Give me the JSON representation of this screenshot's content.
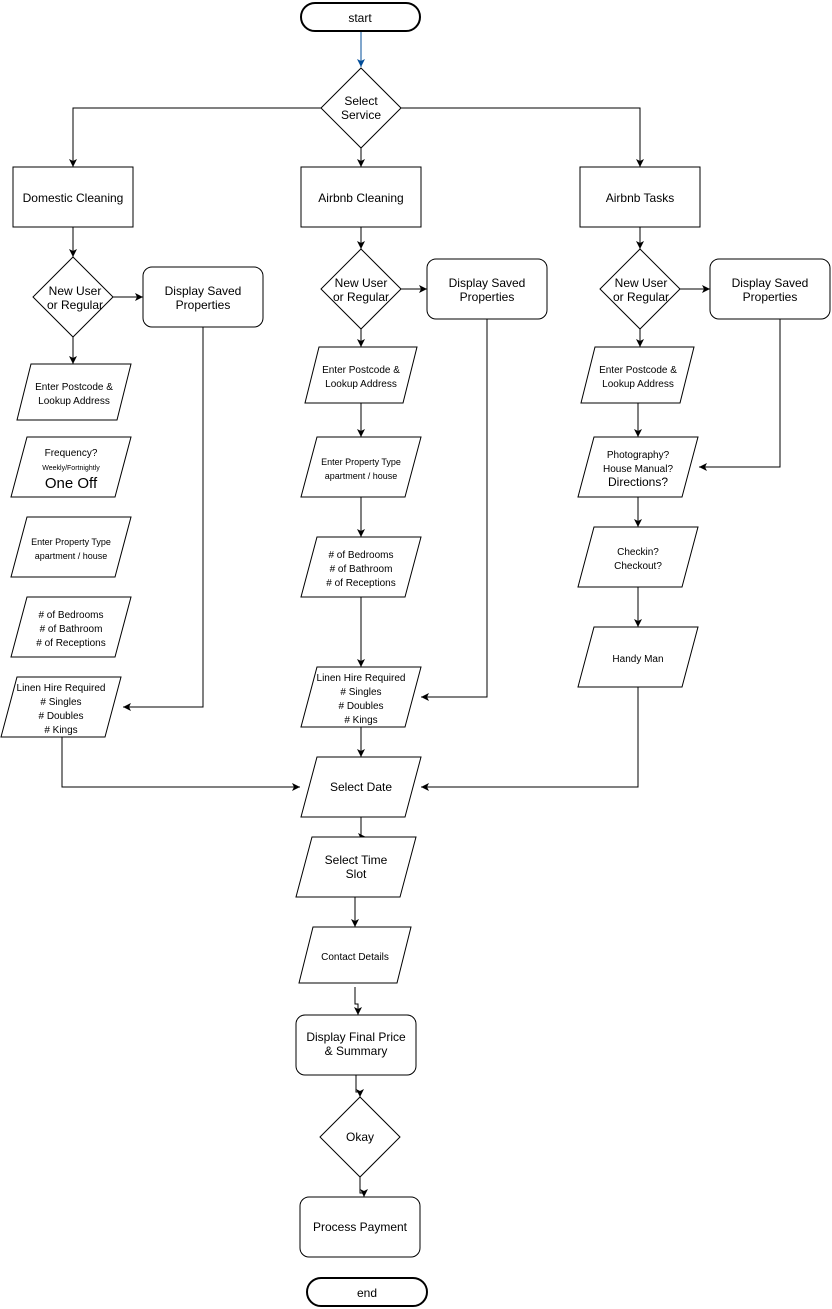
{
  "terminals": {
    "start": "start",
    "end": "end"
  },
  "columns": {
    "domestic": {
      "title": "Domestic Cleaning",
      "decision": [
        "New User",
        "or Regular"
      ],
      "saved": [
        "Display Saved",
        "Properties"
      ],
      "postcode": [
        "Enter Postcode &",
        "Lookup Address"
      ],
      "frequency": {
        "title": "Frequency?",
        "sub": "Weekly/Fortnightly",
        "big": "One Off"
      },
      "property_type": [
        "Enter Property Type",
        "apartment / house"
      ],
      "rooms": [
        "# of Bedrooms",
        "# of Bathroom",
        "# of Receptions"
      ],
      "linen": [
        "Linen Hire Required",
        "# Singles",
        "# Doubles",
        "# Kings"
      ]
    },
    "airbnb_cleaning": {
      "title": "Airbnb Cleaning",
      "decision": [
        "New User",
        "or Regular"
      ],
      "saved": [
        "Display Saved",
        "Properties"
      ],
      "postcode": [
        "Enter Postcode &",
        "Lookup Address"
      ],
      "property_type": [
        "Enter Property Type",
        "apartment / house"
      ],
      "rooms": [
        "# of Bedrooms",
        "# of Bathroom",
        "# of Receptions"
      ],
      "linen": [
        "Linen Hire Required",
        "# Singles",
        "# Doubles",
        "# Kings"
      ]
    },
    "airbnb_tasks": {
      "title": "Airbnb Tasks",
      "decision": [
        "New User",
        "or Regular"
      ],
      "saved": [
        "Display Saved",
        "Properties"
      ],
      "postcode": [
        "Enter Postcode &",
        "Lookup Address"
      ],
      "photography": [
        "Photography?",
        "House Manual?",
        "Directions?"
      ],
      "checkin": [
        "Checkin?",
        "Checkout?"
      ],
      "handyman": "Handy Man"
    }
  },
  "main": {
    "select_service": [
      "Select",
      "Service"
    ],
    "select_date": "Select Date",
    "select_time": [
      "Select Time",
      "Slot"
    ],
    "contact": "Contact Details",
    "final_price": [
      "Display Final Price",
      "& Summary"
    ],
    "okay": "Okay",
    "payment": "Process Payment"
  }
}
